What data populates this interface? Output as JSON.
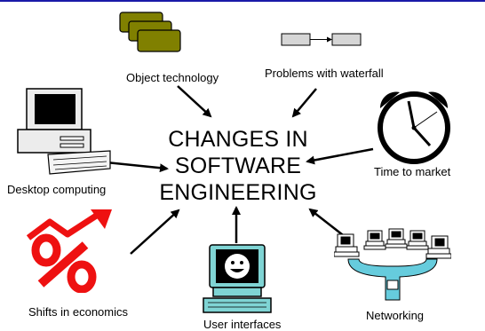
{
  "diagram": {
    "title_lines": [
      "CHANGES IN",
      "SOFTWARE",
      "ENGINEERING"
    ],
    "items": [
      {
        "label": "Object technology",
        "icon": "stacked-folders-icon"
      },
      {
        "label": "Problems with waterfall",
        "icon": "waterfall-boxes-icon"
      },
      {
        "label": "Desktop computing",
        "icon": "desktop-computer-icon"
      },
      {
        "label": "Time to market",
        "icon": "alarm-clock-icon"
      },
      {
        "label": "Shifts in economics",
        "icon": "percent-arrow-icon"
      },
      {
        "label": "User interfaces",
        "icon": "smiley-terminal-icon"
      },
      {
        "label": "Networking",
        "icon": "network-computers-icon"
      }
    ]
  },
  "colors": {
    "accent_rule": "#1a1aa8",
    "folder_fill": "#808000",
    "percent_red": "#ee1111",
    "terminal_teal": "#7fd4d4",
    "network_blue": "#66ccdd"
  }
}
